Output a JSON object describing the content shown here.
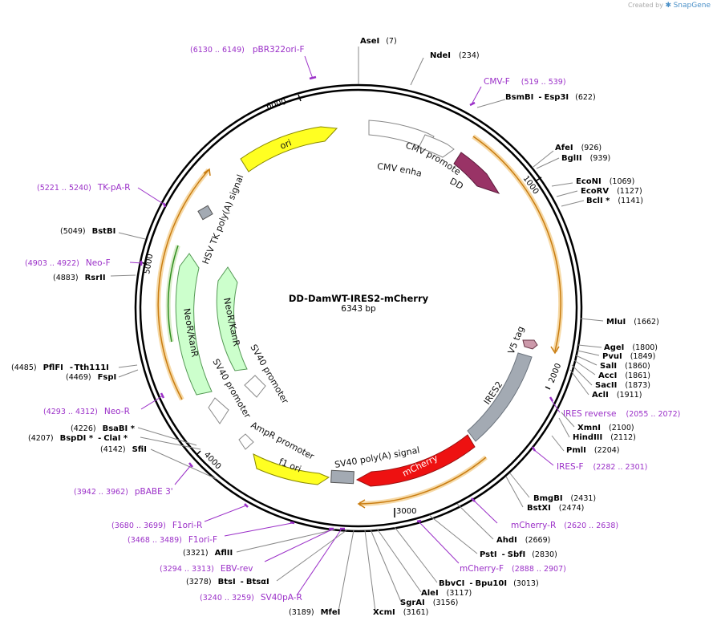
{
  "credit": {
    "prefix": "Created by",
    "brand": "SnapGene"
  },
  "plasmid": {
    "name": "DD-DamWT-IRES2-mCherry",
    "size": "6343 bp",
    "length": 6343
  },
  "ticks": [
    "1000",
    "2000",
    "3000",
    "4000",
    "5000",
    "6000"
  ],
  "colors": {
    "primer": "#9b30c8",
    "orf_outline": "#e8a33a",
    "orf_line": "#c97c10",
    "backbone": "#000000"
  },
  "features": [
    {
      "id": "cmv-enhancer",
      "label": "CMV enhancer",
      "color": "#ffffff",
      "stroke": "#888888"
    },
    {
      "id": "cmv-promoter",
      "label": "CMV promoter",
      "color": "#ffffff",
      "stroke": "#888888"
    },
    {
      "id": "dd",
      "label": "DD",
      "color": "#993366",
      "stroke": "#5a1a3a"
    },
    {
      "id": "v5-tag",
      "label": "V5 tag",
      "color": "#cc99aa",
      "stroke": "#663344"
    },
    {
      "id": "ires2",
      "label": "IRES2",
      "color": "#a3aab3",
      "stroke": "#6b737d"
    },
    {
      "id": "mcherry",
      "label": "mCherry",
      "color": "#ee1111",
      "stroke": "#991111"
    },
    {
      "id": "sv40-polya-1",
      "label": "SV40 poly(A) signal",
      "color": "#a3aab3",
      "stroke": "#555555"
    },
    {
      "id": "f1-ori",
      "label": "f1 ori",
      "color": "#ffff22",
      "stroke": "#888800"
    },
    {
      "id": "ampr-promoter",
      "label": "AmpR promoter",
      "color": "#ffffff",
      "stroke": "#888888"
    },
    {
      "id": "sv40-promoter-outer",
      "label": "SV40 promoter",
      "color": "#ffffff",
      "stroke": "#888888"
    },
    {
      "id": "neor-outer",
      "label": "NeoR/KanR",
      "color": "#ccffcc",
      "stroke": "#559955"
    },
    {
      "id": "sv40-promoter-inner",
      "label": "SV40 promoter",
      "color": "#ffffff",
      "stroke": "#888888"
    },
    {
      "id": "neor-inner",
      "label": "NeoR/KanR",
      "color": "#ccffcc",
      "stroke": "#559955"
    },
    {
      "id": "hsv-tk-polya",
      "label": "HSV TK poly(A) signal",
      "color": "#a3aab3",
      "stroke": "#555555"
    },
    {
      "id": "ori",
      "label": "ori",
      "color": "#ffff22",
      "stroke": "#888800"
    }
  ],
  "sites": [
    {
      "name": "AseI",
      "pos": "(7)"
    },
    {
      "name": "NdeI",
      "pos": "(234)"
    },
    {
      "name": "BsmBI",
      "sep": "-",
      "name2": "Esp3I",
      "pos": "(622)"
    },
    {
      "name": "AfeI",
      "pos": "(926)"
    },
    {
      "name": "BglII",
      "pos": "(939)"
    },
    {
      "name": "EcoNI",
      "pos": "(1069)"
    },
    {
      "name": "EcoRV",
      "pos": "(1127)"
    },
    {
      "name": "BclI *",
      "pos": "(1141)"
    },
    {
      "name": "MluI",
      "pos": "(1662)"
    },
    {
      "name": "AgeI",
      "pos": "(1800)"
    },
    {
      "name": "PvuI",
      "pos": "(1849)"
    },
    {
      "name": "SalI",
      "pos": "(1860)"
    },
    {
      "name": "AccI",
      "pos": "(1861)"
    },
    {
      "name": "SacII",
      "pos": "(1873)"
    },
    {
      "name": "AclI",
      "pos": "(1911)"
    },
    {
      "name": "XmnI",
      "pos": "(2100)"
    },
    {
      "name": "HindIII",
      "pos": "(2112)"
    },
    {
      "name": "PmlI",
      "pos": "(2204)"
    },
    {
      "name": "BmgBI",
      "pos": "(2431)"
    },
    {
      "name": "BstXI",
      "pos": "(2474)"
    },
    {
      "name": "AhdI",
      "pos": "(2669)"
    },
    {
      "name": "PstI",
      "sep": "-",
      "name2": "SbfI",
      "pos": "(2830)"
    },
    {
      "name": "BbvCI",
      "sep": "-",
      "name2": "Bpu10I",
      "pos": "(3013)"
    },
    {
      "name": "AleI",
      "pos": "(3117)"
    },
    {
      "name": "SgrAI",
      "pos": "(3156)"
    },
    {
      "name": "XcmI",
      "pos": "(3161)"
    },
    {
      "name": "MfeI",
      "pos": "(3189)"
    },
    {
      "name": "BtsI",
      "sep": "-",
      "name2": "BtsαI",
      "pos": "(3278)"
    },
    {
      "name": "AflII",
      "pos": "(3321)"
    },
    {
      "name": "SfiI",
      "pos": "(4142)"
    },
    {
      "name": "BspDI *",
      "sep": "-",
      "name2": "ClaI *",
      "pos": "(4207)"
    },
    {
      "name": "BsaBI *",
      "pos": "(4226)"
    },
    {
      "name": "FspI",
      "pos": "(4469)"
    },
    {
      "name": "PflFI",
      "sep": "-",
      "name2": "Tth111I",
      "pos": "(4485)"
    },
    {
      "name": "RsrII",
      "pos": "(4883)"
    },
    {
      "name": "BstBI",
      "pos": "(5049)"
    }
  ],
  "primers": [
    {
      "name": "pBR322ori-F",
      "pos": "(6130 .. 6149)"
    },
    {
      "name": "CMV-F",
      "pos": "(519 .. 539)"
    },
    {
      "name": "TK-pA-R",
      "pos": "(5221 .. 5240)"
    },
    {
      "name": "Neo-F",
      "pos": "(4903 .. 4922)"
    },
    {
      "name": "IRES reverse",
      "pos": "(2055 .. 2072)"
    },
    {
      "name": "IRES-F",
      "pos": "(2282 .. 2301)"
    },
    {
      "name": "Neo-R",
      "pos": "(4293 .. 4312)"
    },
    {
      "name": "pBABE 3'",
      "pos": "(3942 .. 3962)"
    },
    {
      "name": "mCherry-R",
      "pos": "(2620 .. 2638)"
    },
    {
      "name": "F1ori-R",
      "pos": "(3680 .. 3699)"
    },
    {
      "name": "F1ori-F",
      "pos": "(3468 .. 3489)"
    },
    {
      "name": "mCherry-F",
      "pos": "(2888 .. 2907)"
    },
    {
      "name": "EBV-rev",
      "pos": "(3294 .. 3313)"
    },
    {
      "name": "SV40pA-R",
      "pos": "(3240 .. 3259)"
    }
  ]
}
